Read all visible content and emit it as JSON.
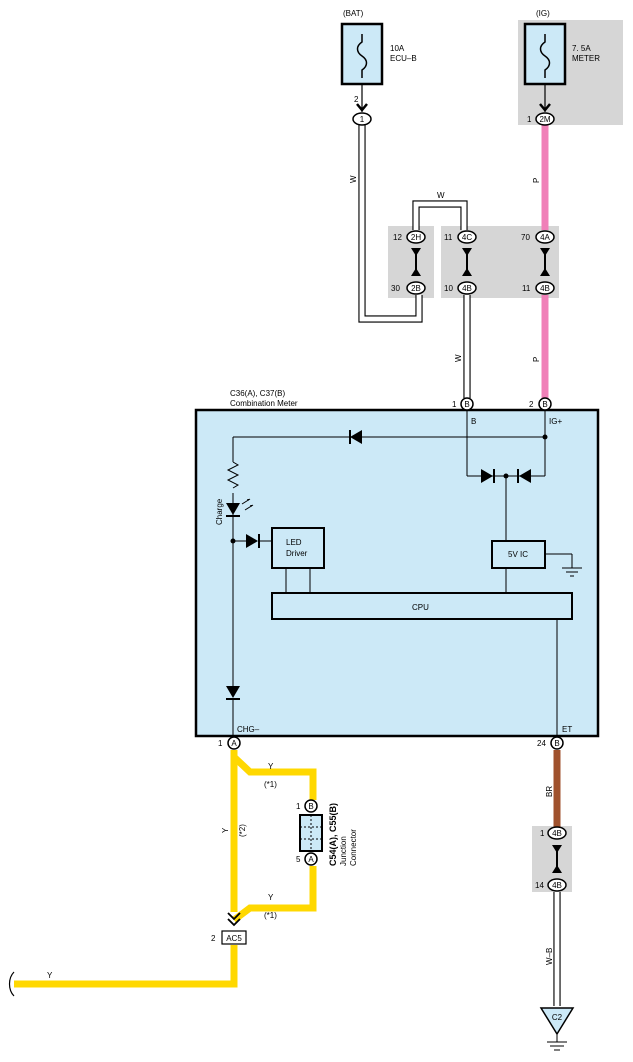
{
  "sources": {
    "bat": "(BAT)",
    "ig": "(IG)"
  },
  "fuses": {
    "ecub_amp": "10A",
    "ecub_name": "ECU–B",
    "meter_amp": "7. 5A",
    "meter_name": "METER"
  },
  "wire_colors": {
    "w": "W",
    "p": "P",
    "y": "Y",
    "br": "BR",
    "wb": "W–B"
  },
  "connectors": {
    "c1": "1",
    "pin_2a": "2",
    "c2m": "2M",
    "pin_1a": "1",
    "c2h": "2H",
    "pin_12": "12",
    "c2b": "2B",
    "pin_30": "30",
    "c4c": "4C",
    "pin_11a": "11",
    "c4b_a": "4B",
    "pin_10": "10",
    "c4a": "4A",
    "pin_70": "70",
    "c4b_b": "4B",
    "pin_11b": "11",
    "meter_b1": "B",
    "pin_1b": "1",
    "meter_b2": "B",
    "pin_2b": "2",
    "meter_a1": "A",
    "pin_1c": "1",
    "meter_b24": "B",
    "pin_24": "24",
    "jc_b": "B",
    "pin_1d": "1",
    "jc_a": "A",
    "pin_5": "5",
    "c4b_c": "4B",
    "pin_1e": "1",
    "c4b_d": "4B",
    "pin_14": "14",
    "ac5": "AC5",
    "pin_2c": "2",
    "ground": "C2"
  },
  "meter": {
    "code": "C36(A), C37(B)",
    "name": "Combination Meter",
    "term_b": "B",
    "term_ig": "IG+",
    "term_chg": "CHG–",
    "term_et": "ET",
    "charge_lamp": "Charge",
    "led_driver_1": "LED",
    "led_driver_2": "Driver",
    "ic_5v": "5V IC",
    "cpu": "CPU"
  },
  "junction": {
    "code": "C54(A), C55(B)",
    "name1": "Junction",
    "name2": "Connector"
  },
  "notes": {
    "n1a": "(*1)",
    "n1b": "(*1)",
    "n2": "(*2)"
  },
  "colors": {
    "white_wire": "#000000",
    "pink_wire": "#f080b8",
    "yellow_wire": "#ffd800",
    "brown_wire": "#a0522d",
    "meter_fill": "#cce9f7",
    "shaded_box": "#d6d6d6"
  }
}
